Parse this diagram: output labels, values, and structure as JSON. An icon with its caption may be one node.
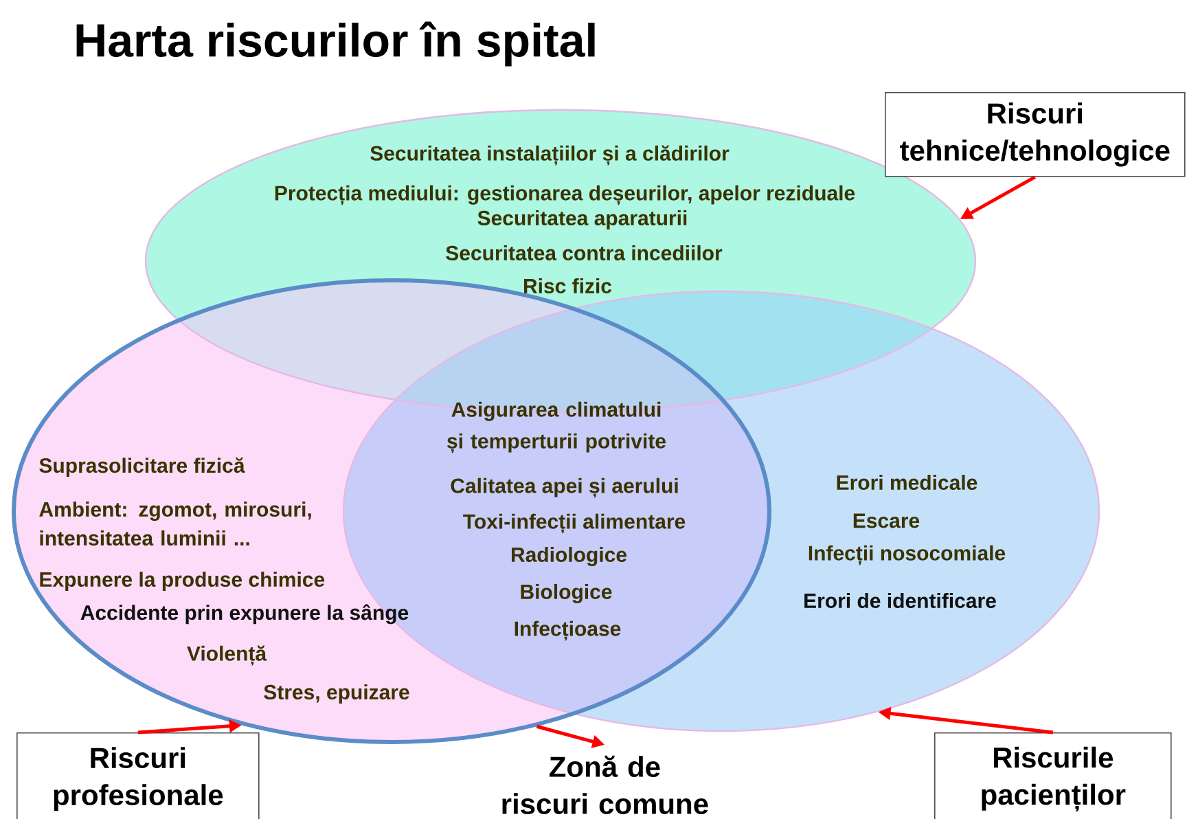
{
  "diagram": {
    "title": "Harta riscurilor în spital",
    "nodes": [
      {
        "text": [
          "Riscuri tehnice/tehnologice"
        ]
      },
      {
        "text": [
          "Securitatea instalațiilor și a clădirilor",
          "Protecția mediului: gestionarea deșeurilor, apelor reziduale",
          "Securitatea aparaturii",
          "Securitatea contra incediilor",
          "Risc fizic"
        ]
      },
      {
        "text": [
          "Suprasolicitare fizică",
          "Ambient: zgomot, mirosuri, intensitatea luminii ...",
          "Expunere la produse chimice",
          "Accidente prin expunere la sânge",
          "Violență",
          "Stres, epuizare"
        ]
      },
      {
        "text": [
          "Erori medicale",
          "Escare",
          "Infecții nosocomiale",
          "Erori de identificare"
        ]
      },
      {
        "text": [
          "Riscuri profesionale"
        ]
      },
      {
        "text": [
          "Zonă de riscuri comune"
        ]
      },
      {
        "text": [
          "Riscurile pacienților"
        ]
      }
    ],
    "edges": [
      {
        "from": 0,
        "to": 1,
        "arrow": "to"
      },
      {
        "from": 4,
        "to": 2,
        "arrow": "to"
      },
      {
        "from": 2,
        "to": 5,
        "arrow": "to"
      },
      {
        "from": 6,
        "to": 3,
        "arrow": "to"
      }
    ],
    "labels": [
      "Asigurarea climatului și temperturii potrivite",
      "Calitatea apei și aerului",
      "Toxi-infecții alimentare",
      "Radiologice",
      "Biologice",
      "Infecțioase"
    ]
  }
}
